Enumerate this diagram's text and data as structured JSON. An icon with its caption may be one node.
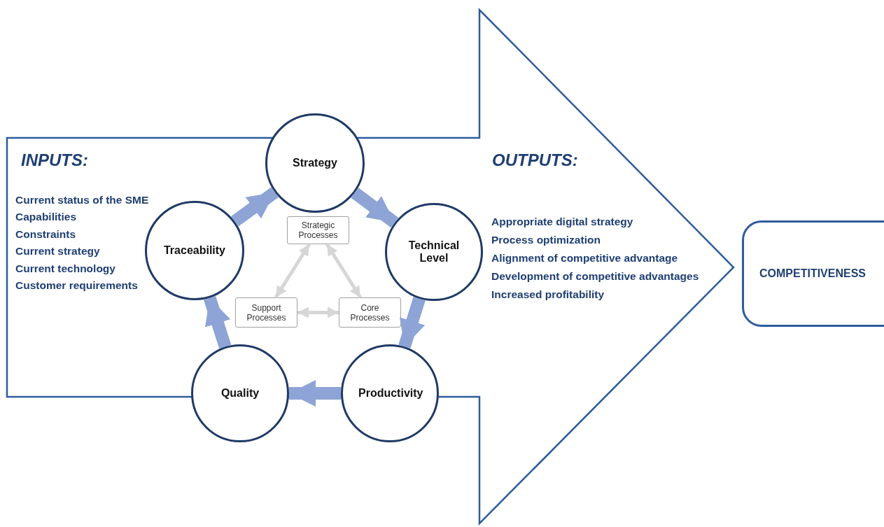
{
  "diagram": {
    "nodes": [
      {
        "text": [
          "Strategy"
        ]
      },
      {
        "text": [
          "Technical Level"
        ]
      },
      {
        "text": [
          "Productivity"
        ]
      },
      {
        "text": [
          "Quality"
        ]
      },
      {
        "text": [
          "Traceability"
        ]
      },
      {
        "text": [
          "Strategic Processes"
        ]
      },
      {
        "text": [
          "Core Processes"
        ]
      },
      {
        "text": [
          "Support Processes"
        ]
      },
      {
        "text": [
          "COMPETITIVENESS"
        ]
      }
    ],
    "edges": [
      {
        "from": 0,
        "to": 1,
        "arrow": "to",
        "color": "#8ea4d6"
      },
      {
        "from": 1,
        "to": 2,
        "arrow": "to",
        "color": "#8ea4d6"
      },
      {
        "from": 2,
        "to": 3,
        "arrow": "to",
        "color": "#8ea4d6"
      },
      {
        "from": 3,
        "to": 4,
        "arrow": "to",
        "color": "#8ea4d6"
      },
      {
        "from": 4,
        "to": 0,
        "arrow": "to",
        "color": "#8ea4d6"
      },
      {
        "from": 5,
        "to": 7,
        "arrow": "both",
        "color": "#d6d6d6"
      },
      {
        "from": 5,
        "to": 6,
        "arrow": "both",
        "color": "#d6d6d6"
      },
      {
        "from": 7,
        "to": 6,
        "arrow": "both",
        "color": "#d6d6d6"
      }
    ],
    "labels": [
      "INPUTS:",
      "Current status of the SME",
      "Capabilities",
      "Constraints",
      "Current strategy",
      "Current technology",
      "Customer requirements",
      "OUTPUTS:",
      "Appropriate digital strategy",
      "Process optimization",
      "Alignment of competitive advantage",
      "Development of competitive advantages",
      "Increased profitability"
    ]
  }
}
